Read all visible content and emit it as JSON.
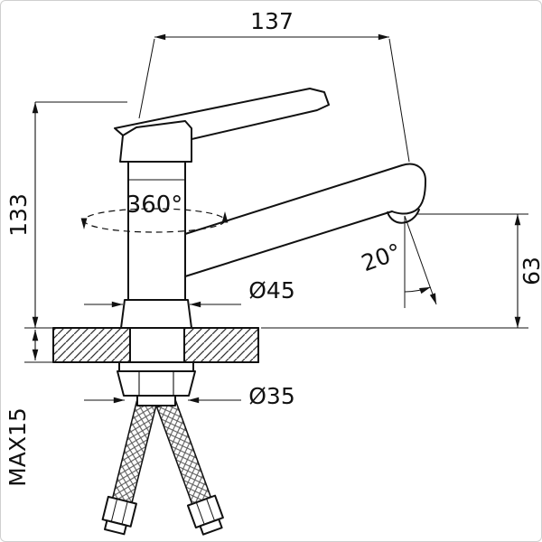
{
  "drawing": {
    "type": "technical-dimension-drawing",
    "subject": "single-handle swivel basin faucet",
    "labels": {
      "top_width": "137",
      "height_left": "133",
      "swivel_angle": "360°",
      "base_diameter": "Ø45",
      "spout_angle": "20°",
      "spout_height": "63",
      "thread_diameter": "Ø35",
      "max_mount_thickness": "MAX15"
    },
    "colors": {
      "line": "#111111",
      "background": "#ffffff"
    }
  }
}
